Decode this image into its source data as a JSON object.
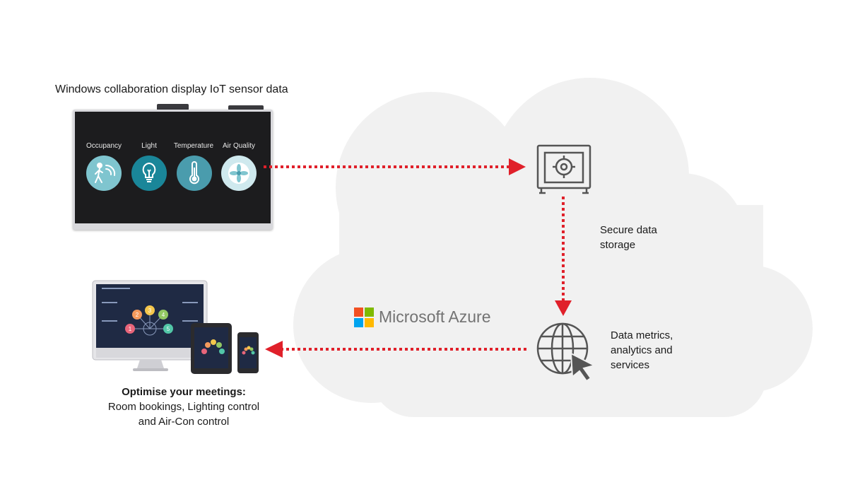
{
  "display": {
    "title": "Windows collaboration display IoT sensor data",
    "sensors": [
      {
        "label": "Occupancy",
        "icon": "walking-person-icon",
        "color": "#7fc5cf"
      },
      {
        "label": "Light",
        "icon": "lightbulb-icon",
        "color": "#1a8699"
      },
      {
        "label": "Temperature",
        "icon": "thermometer-icon",
        "color": "#4a9cad"
      },
      {
        "label": "Air Quality",
        "icon": "fan-icon",
        "color": "#cfe9ee"
      }
    ]
  },
  "cloud": {
    "storage_label_line1": "Secure data",
    "storage_label_line2": "storage",
    "storage_icon": "safe-icon",
    "services_label_line1": "Data metrics,",
    "services_label_line2": "analytics and",
    "services_label_line3": "services",
    "services_icon": "globe-cursor-icon",
    "azure_label": "Microsoft Azure",
    "azure_logo_colors": [
      "#f25022",
      "#7fba00",
      "#00a4ef",
      "#ffb900"
    ]
  },
  "devices": {
    "heading": "Optimise your meetings:",
    "line1": "Room bookings, Lighting control",
    "line2": "and Air-Con control",
    "bubble_numbers": [
      "1",
      "2",
      "3",
      "4",
      "5"
    ]
  },
  "colors": {
    "arrow": "#e0202a",
    "cloud": "#f1f1f1",
    "icon_gray": "#555555"
  }
}
